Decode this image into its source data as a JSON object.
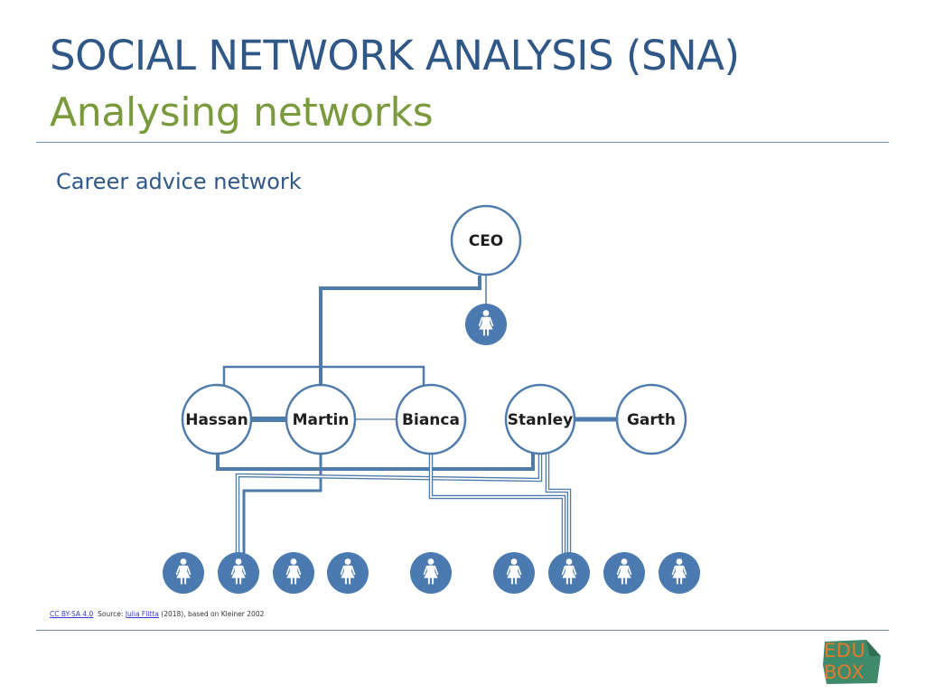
{
  "header": {
    "title": "SOCIAL NETWORK ANALYSIS (SNA)",
    "subtitle": "Analysing networks"
  },
  "diagram": {
    "title": "Career advice network",
    "nodes": {
      "ceo": "CEO",
      "hassan": "Hassan",
      "martin": "Martin",
      "bianca": "Bianca",
      "stanley": "Stanley",
      "garth": "Garth"
    },
    "colors": {
      "line": "#4f7bab",
      "node_border": "#4f7bab",
      "person_fill": "#4a7ab0",
      "person_icon": "#ffffff"
    },
    "icon": "person-icon",
    "employee_count": 9
  },
  "footer": {
    "license": "CC BY-SA 4.0",
    "source_prefix": "Source:",
    "author": "Julia Flitta",
    "source_suffix": "(2018), based on Kleiner 2002"
  },
  "logo": {
    "line1": "EDU",
    "line2": "BOX",
    "colors": {
      "background": "#3f8a6a",
      "text": "#e07a2e"
    }
  }
}
